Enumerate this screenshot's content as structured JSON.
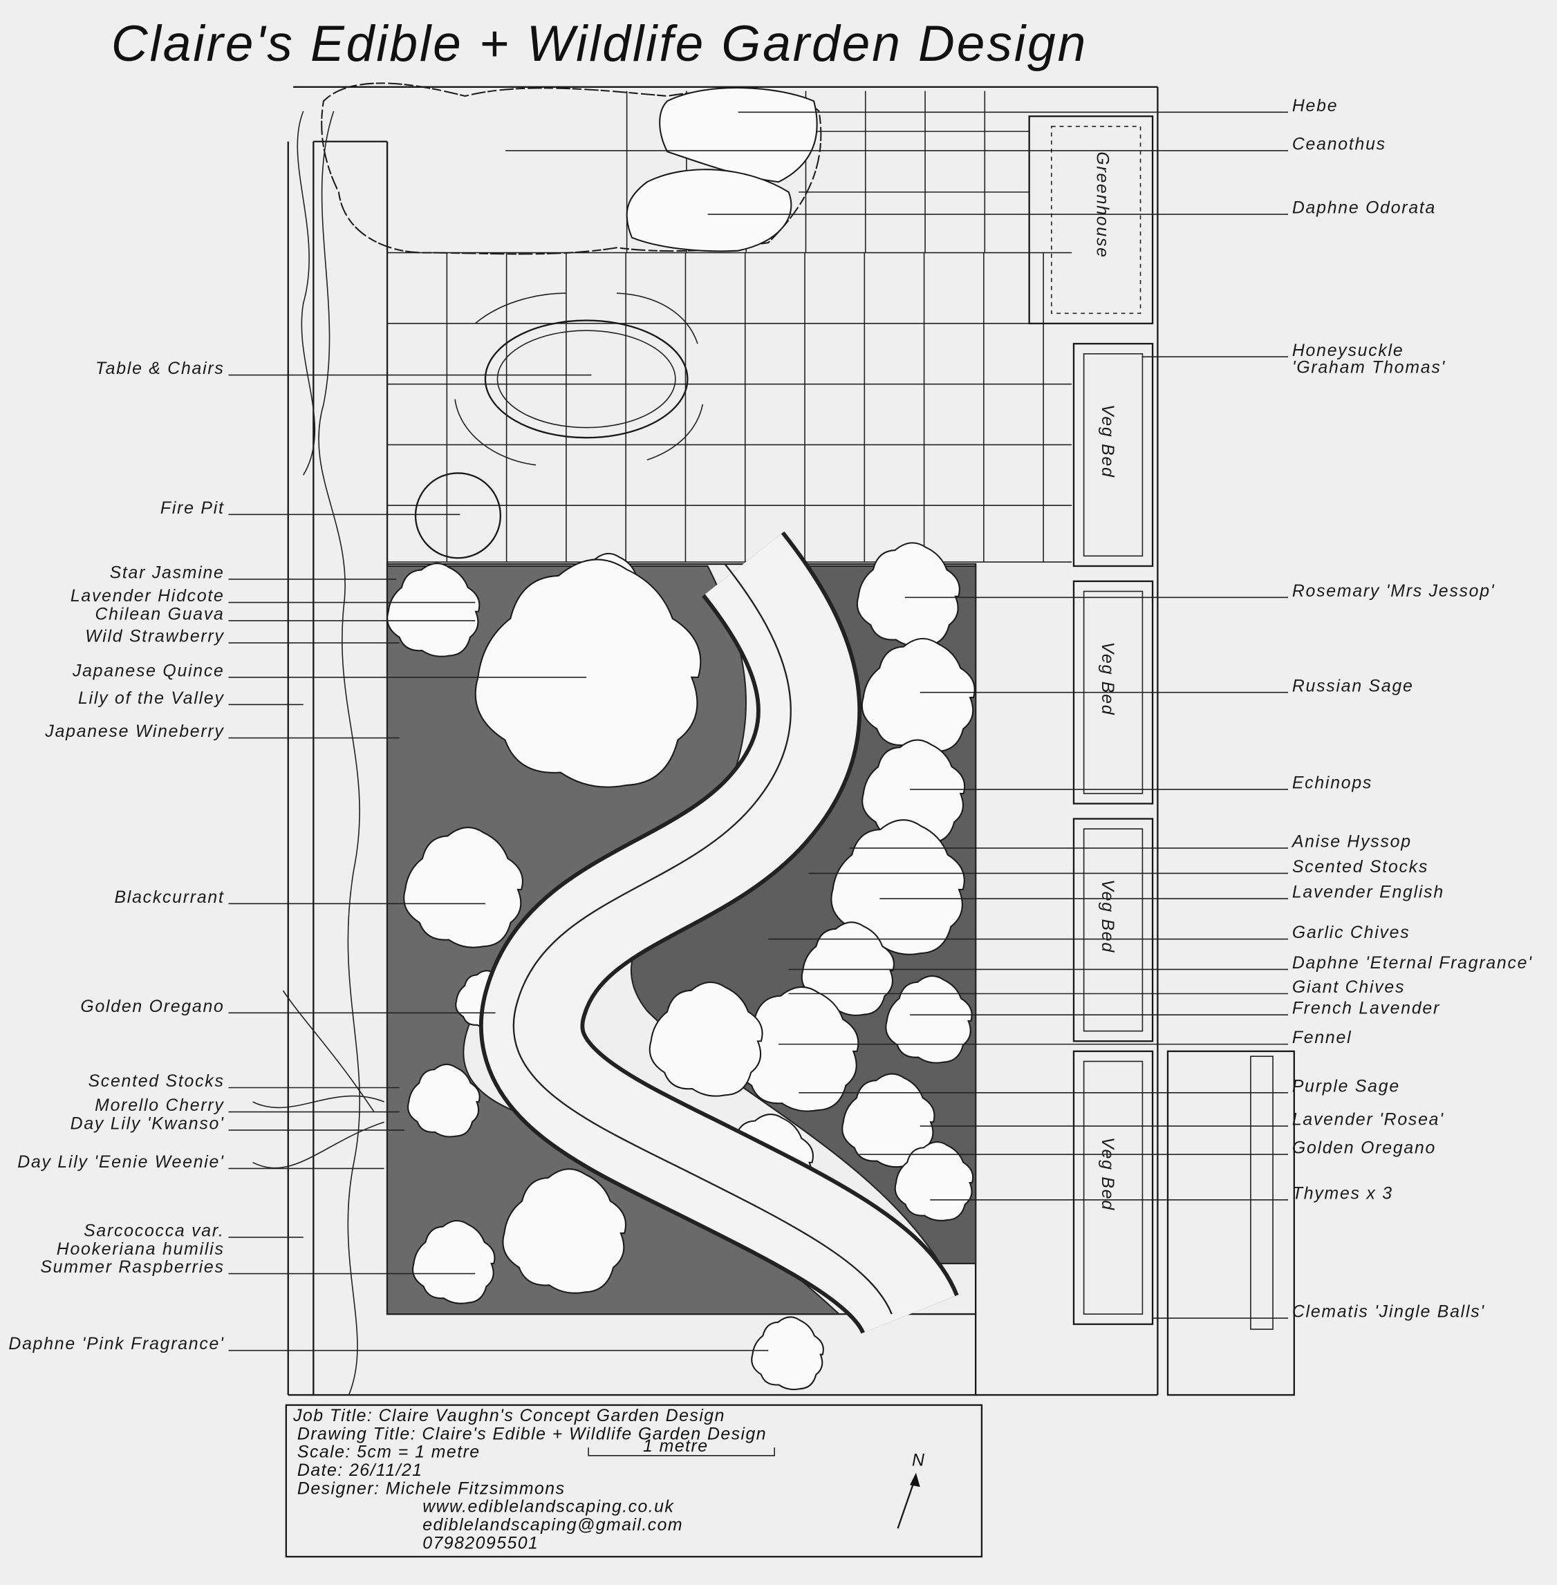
{
  "title": "Claire's Edible + Wildlife Garden Design",
  "plan_labels": {
    "greenhouse": "Greenhouse",
    "veg_beds": [
      "Veg Bed",
      "Veg Bed",
      "Veg Bed",
      "Veg Bed"
    ]
  },
  "left_labels": [
    "Table & Chairs",
    "Fire Pit",
    "Star Jasmine",
    "Lavender Hidcote",
    "Chilean Guava",
    "Wild Strawberry",
    "Japanese Quince",
    "Lily of the Valley",
    "Japanese Wineberry",
    "Blackcurrant",
    "Golden Oregano",
    "Scented Stocks",
    "Morello Cherry",
    "Day Lily 'Kwanso'",
    "Day Lily 'Eenie Weenie'",
    "Sarcococca var.",
    "Hookeriana humilis",
    "Summer Raspberries",
    "Daphne 'Pink Fragrance'"
  ],
  "right_labels": [
    "Hebe",
    "Ceanothus",
    "Daphne Odorata",
    "Honeysuckle",
    "'Graham Thomas'",
    "Rosemary 'Mrs Jessop'",
    "Russian Sage",
    "Echinops",
    "Anise Hyssop",
    "Scented Stocks",
    "Lavender English",
    "Garlic Chives",
    "Daphne 'Eternal Fragrance'",
    "Giant Chives",
    "French Lavender",
    "Fennel",
    "Purple Sage",
    "Lavender 'Rosea'",
    "Golden Oregano",
    "Thymes x 3",
    "Clematis 'Jingle Balls'"
  ],
  "title_block": {
    "job_title": "Job Title: Claire Vaughn's Concept Garden Design",
    "drawing_title": "Drawing Title: Claire's Edible + Wildlife Garden Design",
    "scale": "Scale: 5cm = 1 metre",
    "scale_bar_label": "1 metre",
    "date": "Date: 26/11/21",
    "designer": "Designer: Michele Fitzsimmons",
    "website": "www.ediblelandscaping.co.uk",
    "email": "ediblelandscaping@gmail.com",
    "phone": "07982095501",
    "north": "N"
  }
}
